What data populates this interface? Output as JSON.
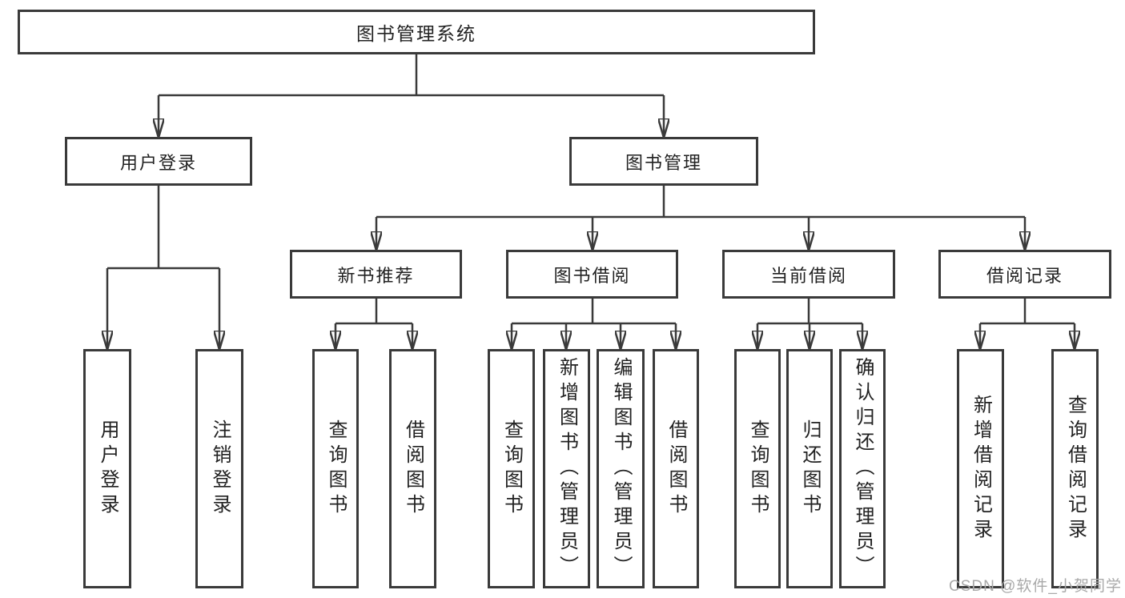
{
  "colors": {
    "line": "#3a3a3a",
    "text": "#222222",
    "watermark": "#a9a9a9"
  },
  "watermark": "CSDN @软件_小贺同学",
  "tree": {
    "root": {
      "label": "图书管理系统"
    },
    "branches": [
      {
        "label": "用户登录",
        "children": [
          {
            "label": "用户登录"
          },
          {
            "label": "注销登录"
          }
        ]
      },
      {
        "label": "图书管理",
        "children": [
          {
            "label": "新书推荐",
            "children": [
              {
                "label": "查询图书"
              },
              {
                "label": "借阅图书"
              }
            ]
          },
          {
            "label": "图书借阅",
            "children": [
              {
                "label": "查询图书"
              },
              {
                "label": "新增图书（管理员）"
              },
              {
                "label": "编辑图书（管理员）"
              },
              {
                "label": "借阅图书"
              }
            ]
          },
          {
            "label": "当前借阅",
            "children": [
              {
                "label": "查询图书"
              },
              {
                "label": "归还图书"
              },
              {
                "label": "确认归还（管理员）"
              }
            ]
          },
          {
            "label": "借阅记录",
            "children": [
              {
                "label": "新增借阅记录"
              },
              {
                "label": "查询借阅记录"
              }
            ]
          }
        ]
      }
    ]
  }
}
